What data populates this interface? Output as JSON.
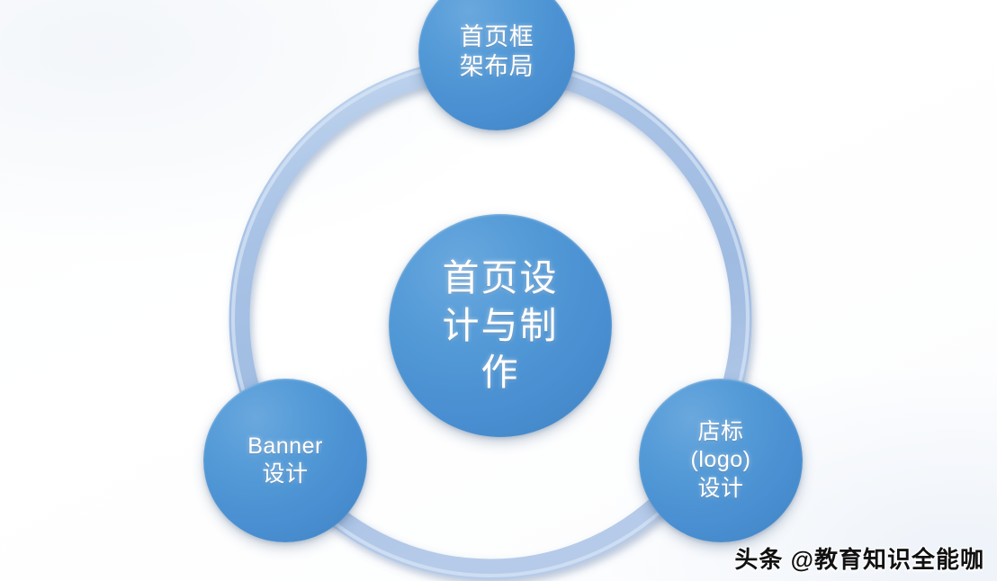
{
  "diagram": {
    "type": "hub-and-spoke-circles",
    "background_color": "#ffffff",
    "ring": {
      "name": "connector-ring",
      "color": "#a8c2e4",
      "highlight_color": "#c4d8ef",
      "shadow_color": "#8fa8c9"
    },
    "node_color": "#4a90d2",
    "node_text_color": "#ffffff",
    "center": {
      "label": "首页设计与制作",
      "lines": "首页设\n计与制\n作"
    },
    "nodes": [
      {
        "id": "top",
        "label": "首页框架布局",
        "lines": "首页框\n架布局",
        "position": "top"
      },
      {
        "id": "bottom-left",
        "label": "Banner设计",
        "lines": "Banner\n设计",
        "position": "bottom-left"
      },
      {
        "id": "bottom-right",
        "label": "店标(logo)设计",
        "lines": "店标\n(logo)\n设计",
        "position": "bottom-right"
      }
    ]
  },
  "watermark": {
    "text": "头条 @教育知识全能咖"
  }
}
